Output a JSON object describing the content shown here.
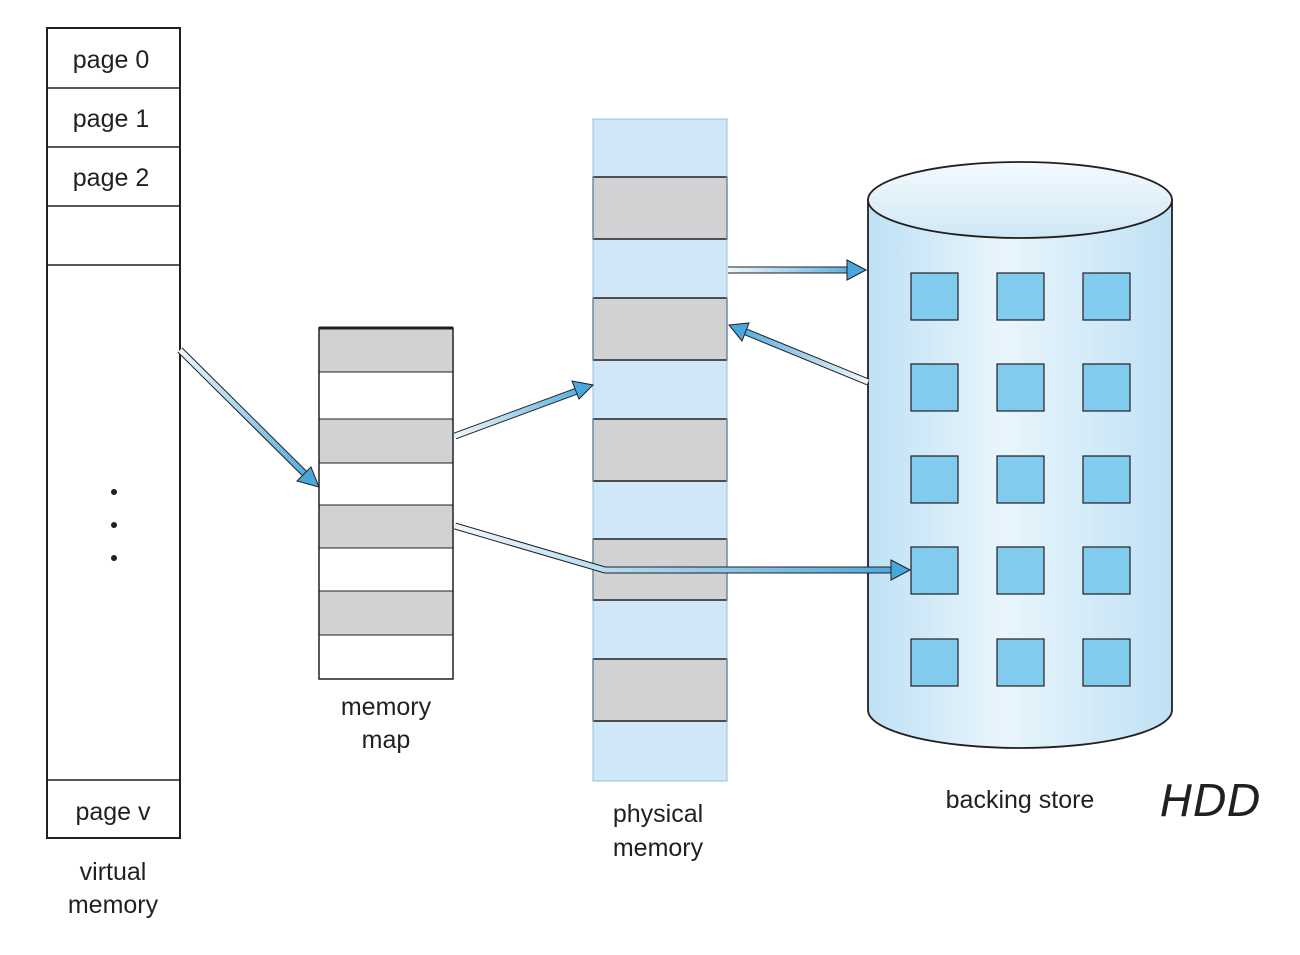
{
  "virtual_memory": {
    "pages": [
      "page 0",
      "page 1",
      "page 2",
      "",
      "page v"
    ],
    "ellipsis": "⋮",
    "caption": [
      "virtual",
      "memory"
    ]
  },
  "memory_map": {
    "caption": [
      "memory",
      "map"
    ]
  },
  "physical_memory": {
    "caption": [
      "physical",
      "memory"
    ]
  },
  "backing_store": {
    "caption": "backing store",
    "annotation": "HDD"
  },
  "colors": {
    "outline": "#231f20",
    "gray_frame": "#d1d2d4",
    "light_blue_frame": "#cfe7f6",
    "block_blue": "#80cbee",
    "arrow_blue": "#4aa7dd",
    "arrow_pale": "#e6f3fb"
  }
}
